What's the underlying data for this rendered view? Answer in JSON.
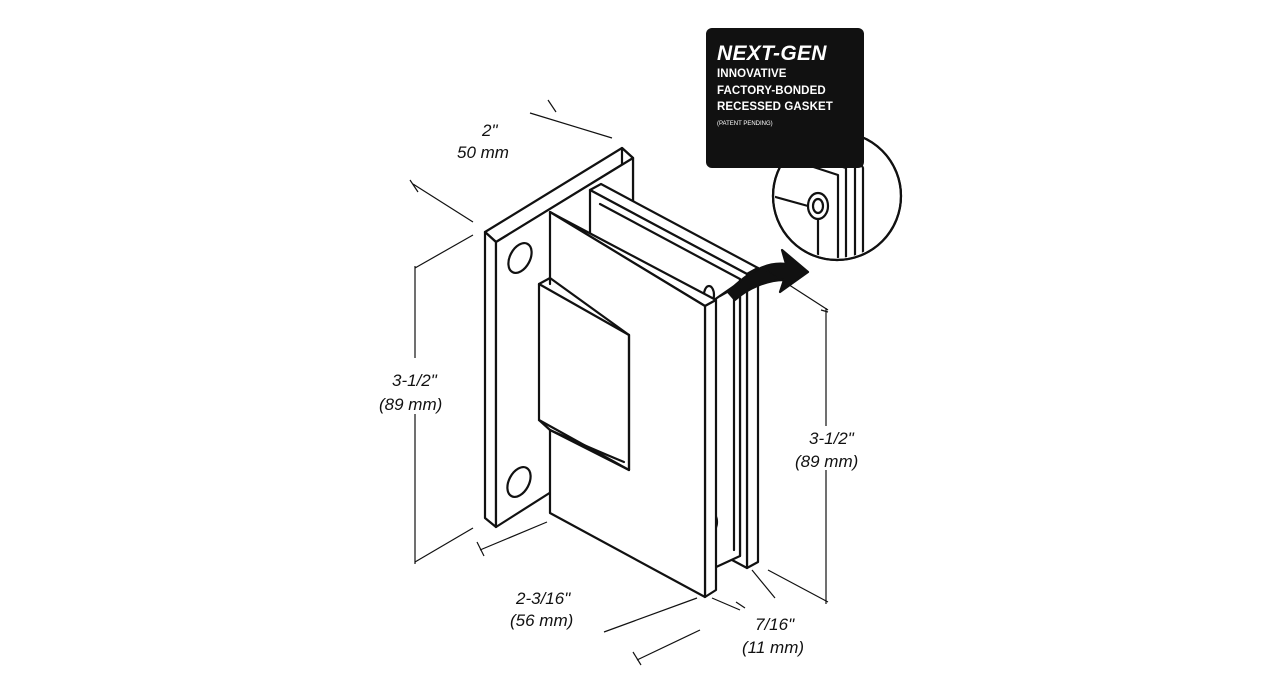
{
  "callout": {
    "title": "NEXT-GEN",
    "lines": [
      "INNOVATIVE",
      "FACTORY-BONDED",
      "RECESSED GASKET"
    ],
    "note": "PATENT PENDING",
    "note_display": "(PATENT PENDING)"
  },
  "dimensions": {
    "width_top": {
      "imperial": "2\"",
      "metric": "50 mm"
    },
    "height_left": {
      "imperial": "3-1/2\"",
      "metric": "(89 mm)"
    },
    "height_right": {
      "imperial": "3-1/2\"",
      "metric": "(89 mm)"
    },
    "depth_bottom": {
      "imperial": "2-3/16\"",
      "metric": "(56 mm)"
    },
    "glass_gap": {
      "imperial": "7/16\"",
      "metric": "(11 mm)"
    }
  },
  "colors": {
    "line": "#111111",
    "fill": "#ffffff",
    "callout_bg": "#111111"
  }
}
